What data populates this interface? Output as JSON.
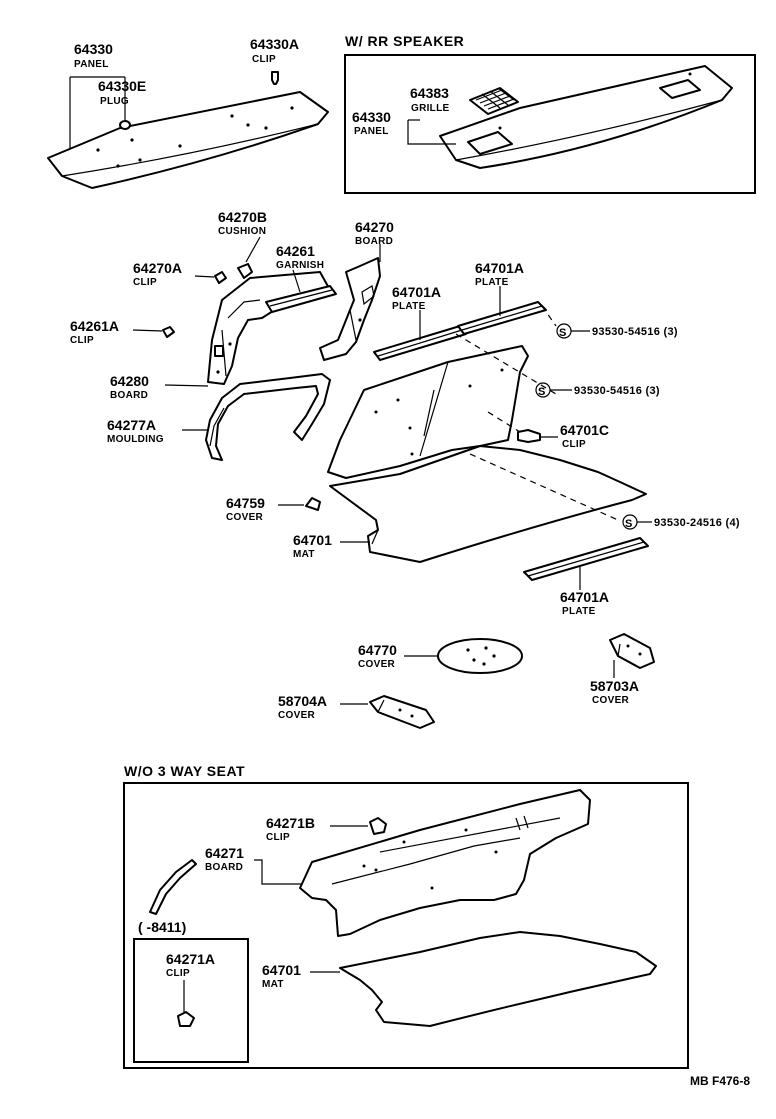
{
  "sections": {
    "rr_speaker": "W/ RR SPEAKER",
    "wo_3way": "W/O 3 WAY SEAT",
    "date_range": "(      -8411)"
  },
  "footer": {
    "code": "MB  F476-8"
  },
  "parts": {
    "p64330": {
      "number": "64330",
      "name": "PANEL"
    },
    "p64330E": {
      "number": "64330E",
      "name": "PLUG"
    },
    "p64330A": {
      "number": "64330A",
      "name": "CLIP"
    },
    "p64383": {
      "number": "64383",
      "name": "GRILLE"
    },
    "p64330b": {
      "number": "64330",
      "name": "PANEL"
    },
    "p64270B": {
      "number": "64270B",
      "name": "CUSHION"
    },
    "p64270": {
      "number": "64270",
      "name": "BOARD"
    },
    "p64270A": {
      "number": "64270A",
      "name": "CLIP"
    },
    "p64261": {
      "number": "64261",
      "name": "GARNISH"
    },
    "p64261A": {
      "number": "64261A",
      "name": "CLIP"
    },
    "p64701A_1": {
      "number": "64701A",
      "name": "PLATE"
    },
    "p64701A_2": {
      "number": "64701A",
      "name": "PLATE"
    },
    "p64280": {
      "number": "64280",
      "name": "BOARD"
    },
    "p64277A": {
      "number": "64277A",
      "name": "MOULDING"
    },
    "p64701C": {
      "number": "64701C",
      "name": "CLIP"
    },
    "p64759": {
      "number": "64759",
      "name": "COVER"
    },
    "p64701": {
      "number": "64701",
      "name": "MAT"
    },
    "p64701A_3": {
      "number": "64701A",
      "name": "PLATE"
    },
    "p64770": {
      "number": "64770",
      "name": "COVER"
    },
    "p58703A": {
      "number": "58703A",
      "name": "COVER"
    },
    "p58704A": {
      "number": "58704A",
      "name": "COVER"
    },
    "p64271B": {
      "number": "64271B",
      "name": "CLIP"
    },
    "p64271": {
      "number": "64271",
      "name": "BOARD"
    },
    "p64271A": {
      "number": "64271A",
      "name": "CLIP"
    },
    "p64701b": {
      "number": "64701",
      "name": "MAT"
    }
  },
  "screws": {
    "s1": {
      "symbol": "S",
      "label": "93530-54516 (3)"
    },
    "s2": {
      "symbol": "S",
      "label": "93530-54516 (3)"
    },
    "s3": {
      "symbol": "S",
      "label": "93530-24516 (4)"
    }
  }
}
